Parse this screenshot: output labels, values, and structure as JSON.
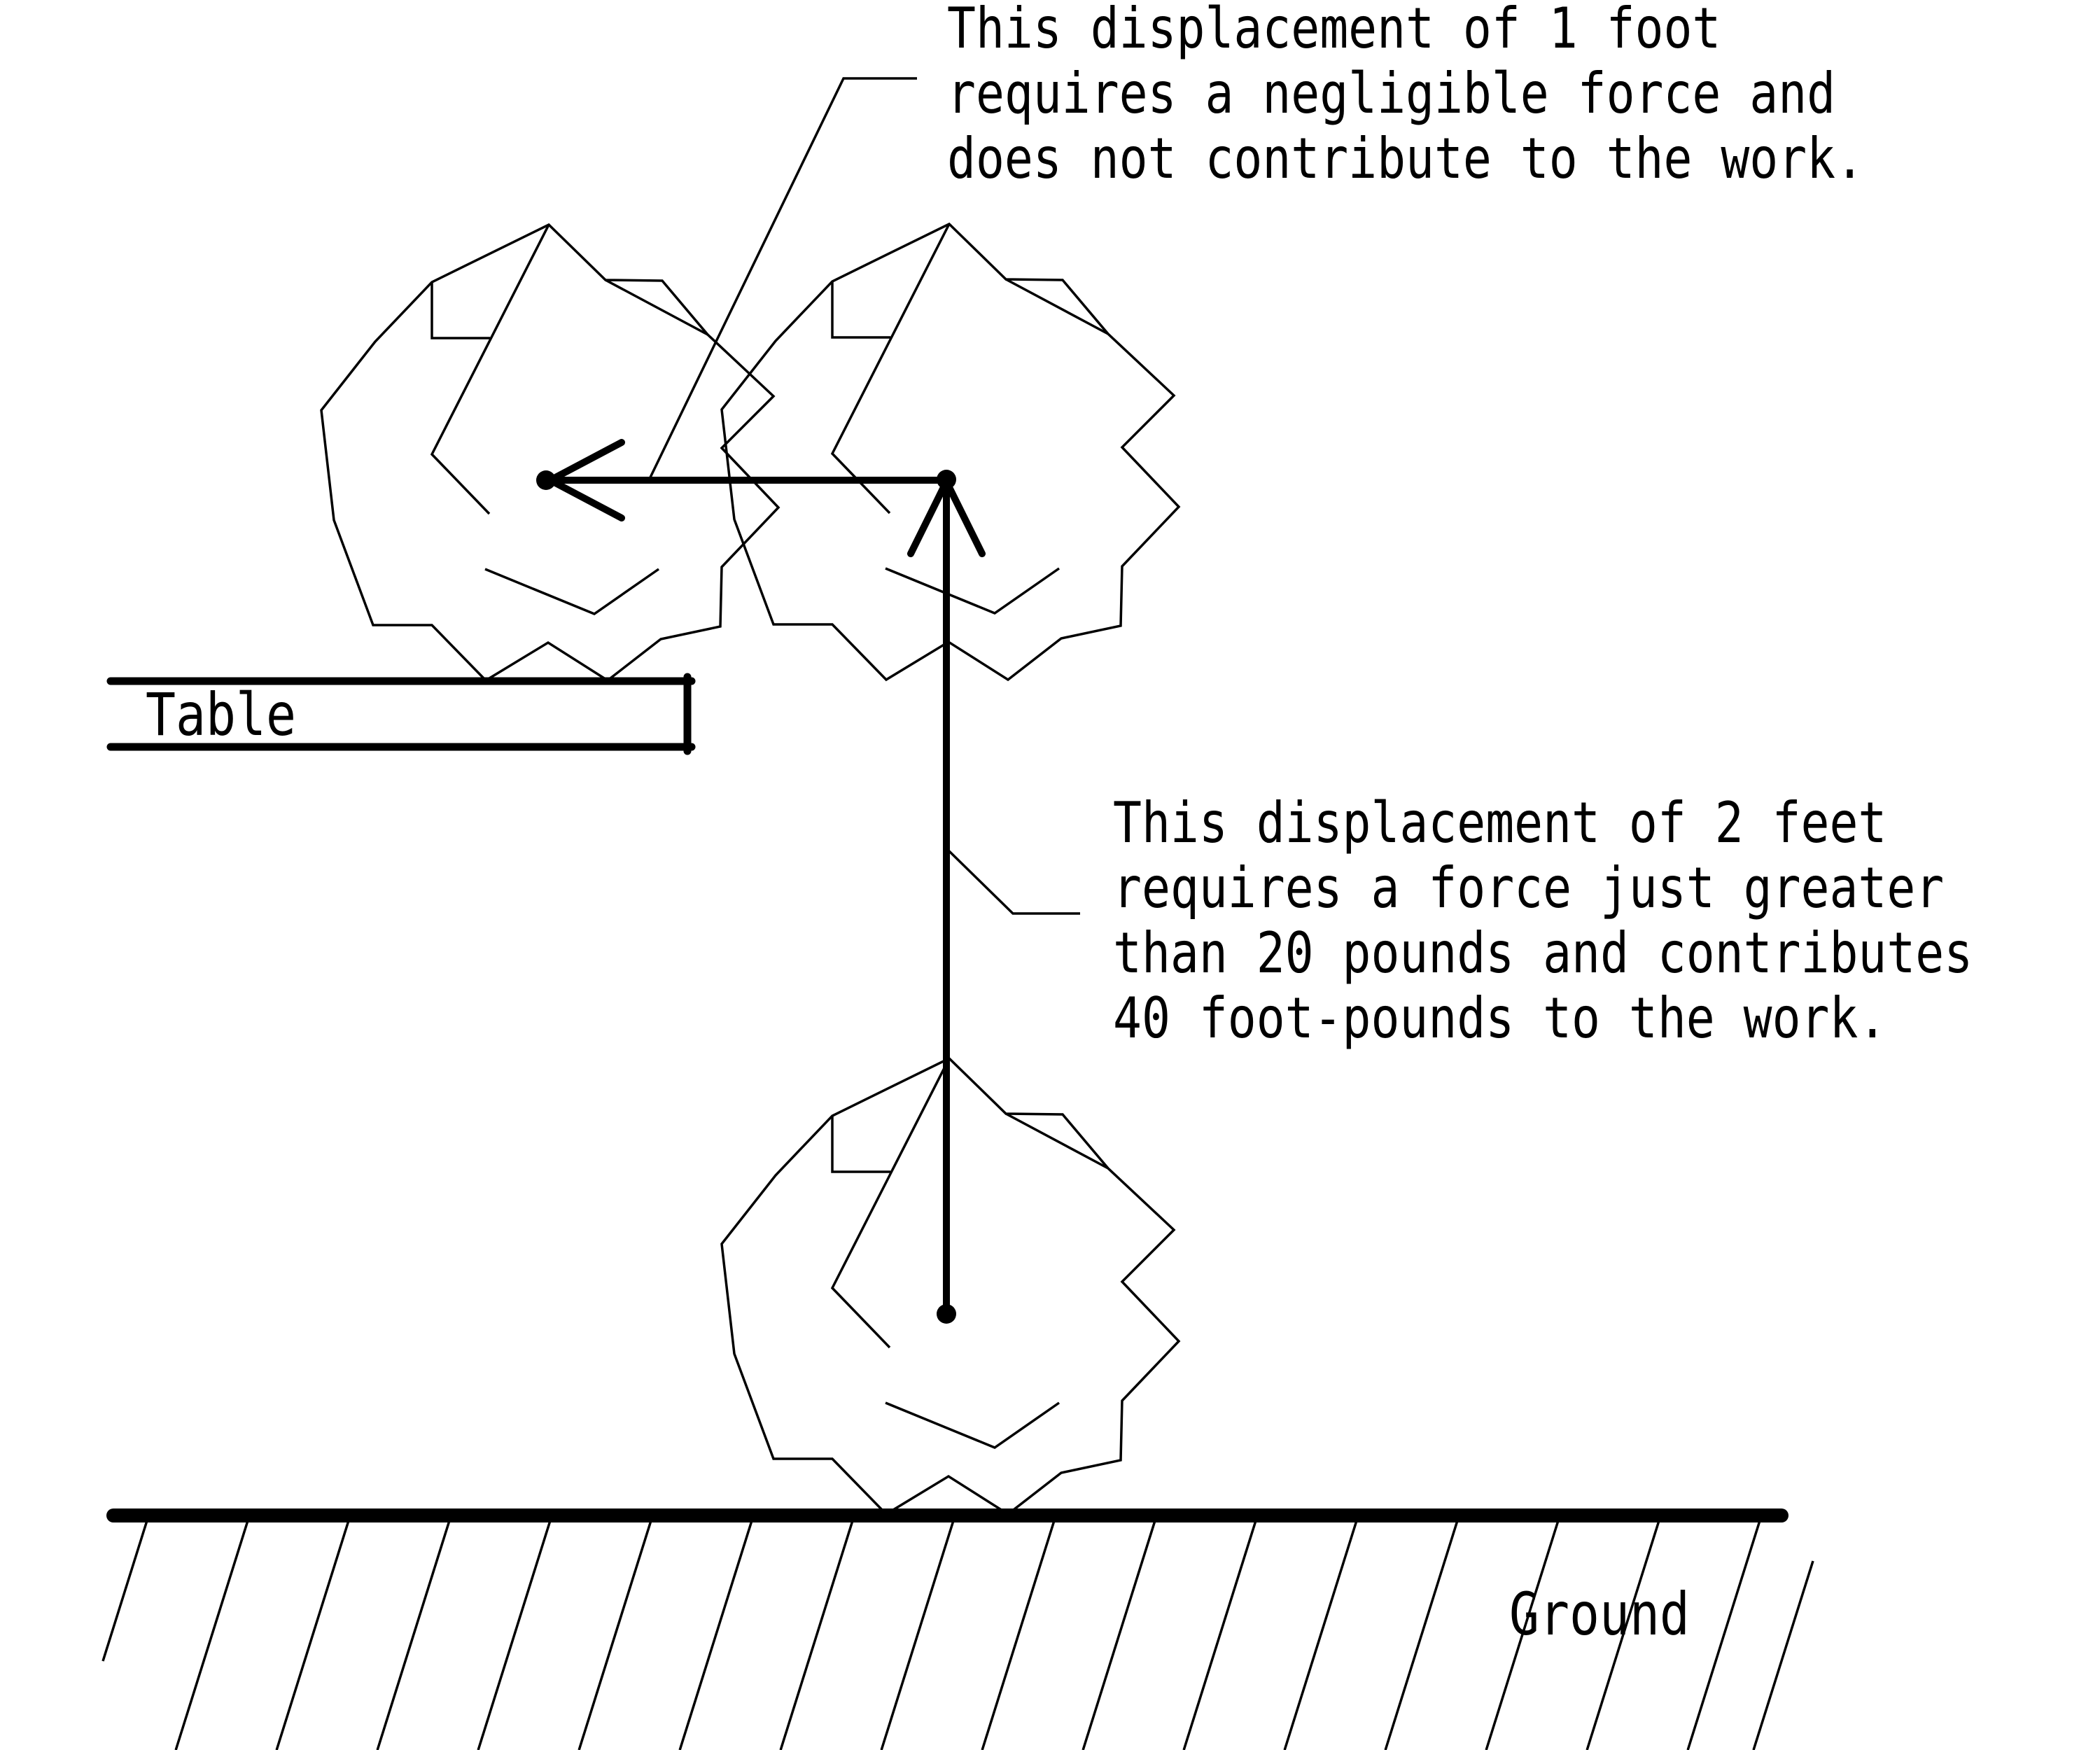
{
  "colors": {
    "ink": "#000000",
    "paper": "#ffffff"
  },
  "annotations": {
    "negligible_force_note": "This displacement of 1 foot\nrequires a negligible force and\ndoes not contribute to the work.",
    "work_note": "This displacement of 2 feet\nrequires a force just greater\nthan 20 pounds and contributes\n40 foot-pounds to the work."
  },
  "labels": {
    "table": "Table",
    "ground": "Ground"
  },
  "values": {
    "horizontal_displacement_feet": 1,
    "vertical_displacement_feet": 2,
    "force_pounds": 20,
    "work_foot_pounds": 40
  }
}
